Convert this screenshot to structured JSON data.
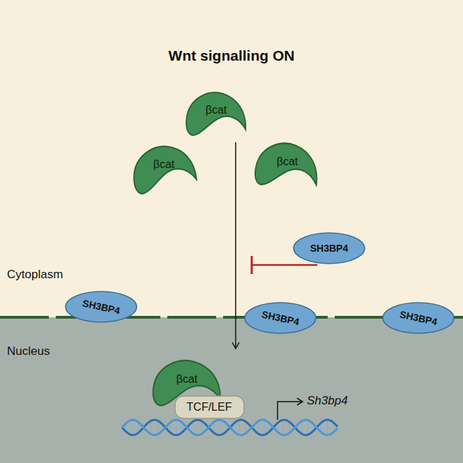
{
  "diagram": {
    "title": "Wnt signalling ON",
    "nodes": [
      {
        "text": [
          "βcat"
        ]
      },
      {
        "text": [
          "βcat"
        ]
      },
      {
        "text": [
          "βcat"
        ]
      },
      {
        "text": [
          "SH3BP4"
        ]
      },
      {
        "text": [
          "SH3BP4"
        ]
      },
      {
        "text": [
          "SH3BP4"
        ]
      },
      {
        "text": [
          "SH3BP4"
        ]
      },
      {
        "text": [
          "βcat"
        ]
      },
      {
        "text": [
          "TCF/LEF"
        ]
      }
    ],
    "edges": [
      {
        "from": 0,
        "to": 7,
        "arrow": "to"
      }
    ],
    "labels": [
      "Cytoplasm",
      "Nucleus",
      "Sh3bp4"
    ]
  }
}
